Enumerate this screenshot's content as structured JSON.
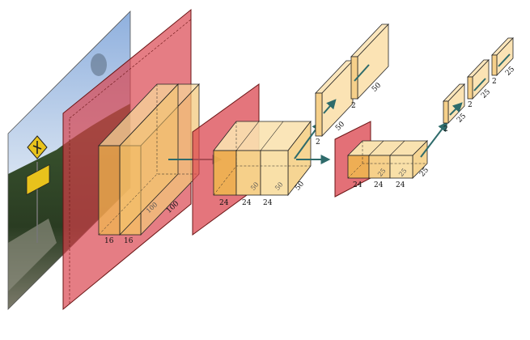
{
  "colors": {
    "feature_map_fill": "#f6c85f",
    "feature_map_front": "#f8d58a",
    "feature_map_edge": "#222222",
    "conv_plane_fill": "#d9404a",
    "conv_plane_edge": "#7a1010",
    "arrow": "#2e6b6b",
    "sky_top": "#9bb8e0",
    "sky_bottom": "#dbe6f3",
    "trees": "#2f4a2a",
    "sign_yellow": "#e8c21c"
  },
  "icons": {
    "input_image": "road-sign-photo",
    "conv_plane": "red-convolution-plane",
    "arrow": "teal-arrow"
  },
  "labels": {
    "stage1": {
      "depth_a": "16",
      "depth_b": "16",
      "size_front": "100",
      "size_side": "100"
    },
    "stage2": {
      "depth_a": "24",
      "depth_b": "24",
      "depth_c": "24",
      "size_front_a": "50",
      "size_front_b": "50",
      "size_side": "50"
    },
    "branch_top": {
      "depth_a": "2",
      "depth_b": "2",
      "size_a": "50",
      "size_b": "50"
    },
    "stage3": {
      "depth_a": "24",
      "depth_b": "24",
      "depth_c": "24",
      "size_front_a": "25",
      "size_front_b": "25",
      "size_side": "25"
    },
    "branch_right": {
      "depth_a": "2",
      "depth_b": "2",
      "depth_c": "2",
      "size_a": "25",
      "size_b": "25",
      "size_c": "25"
    }
  }
}
